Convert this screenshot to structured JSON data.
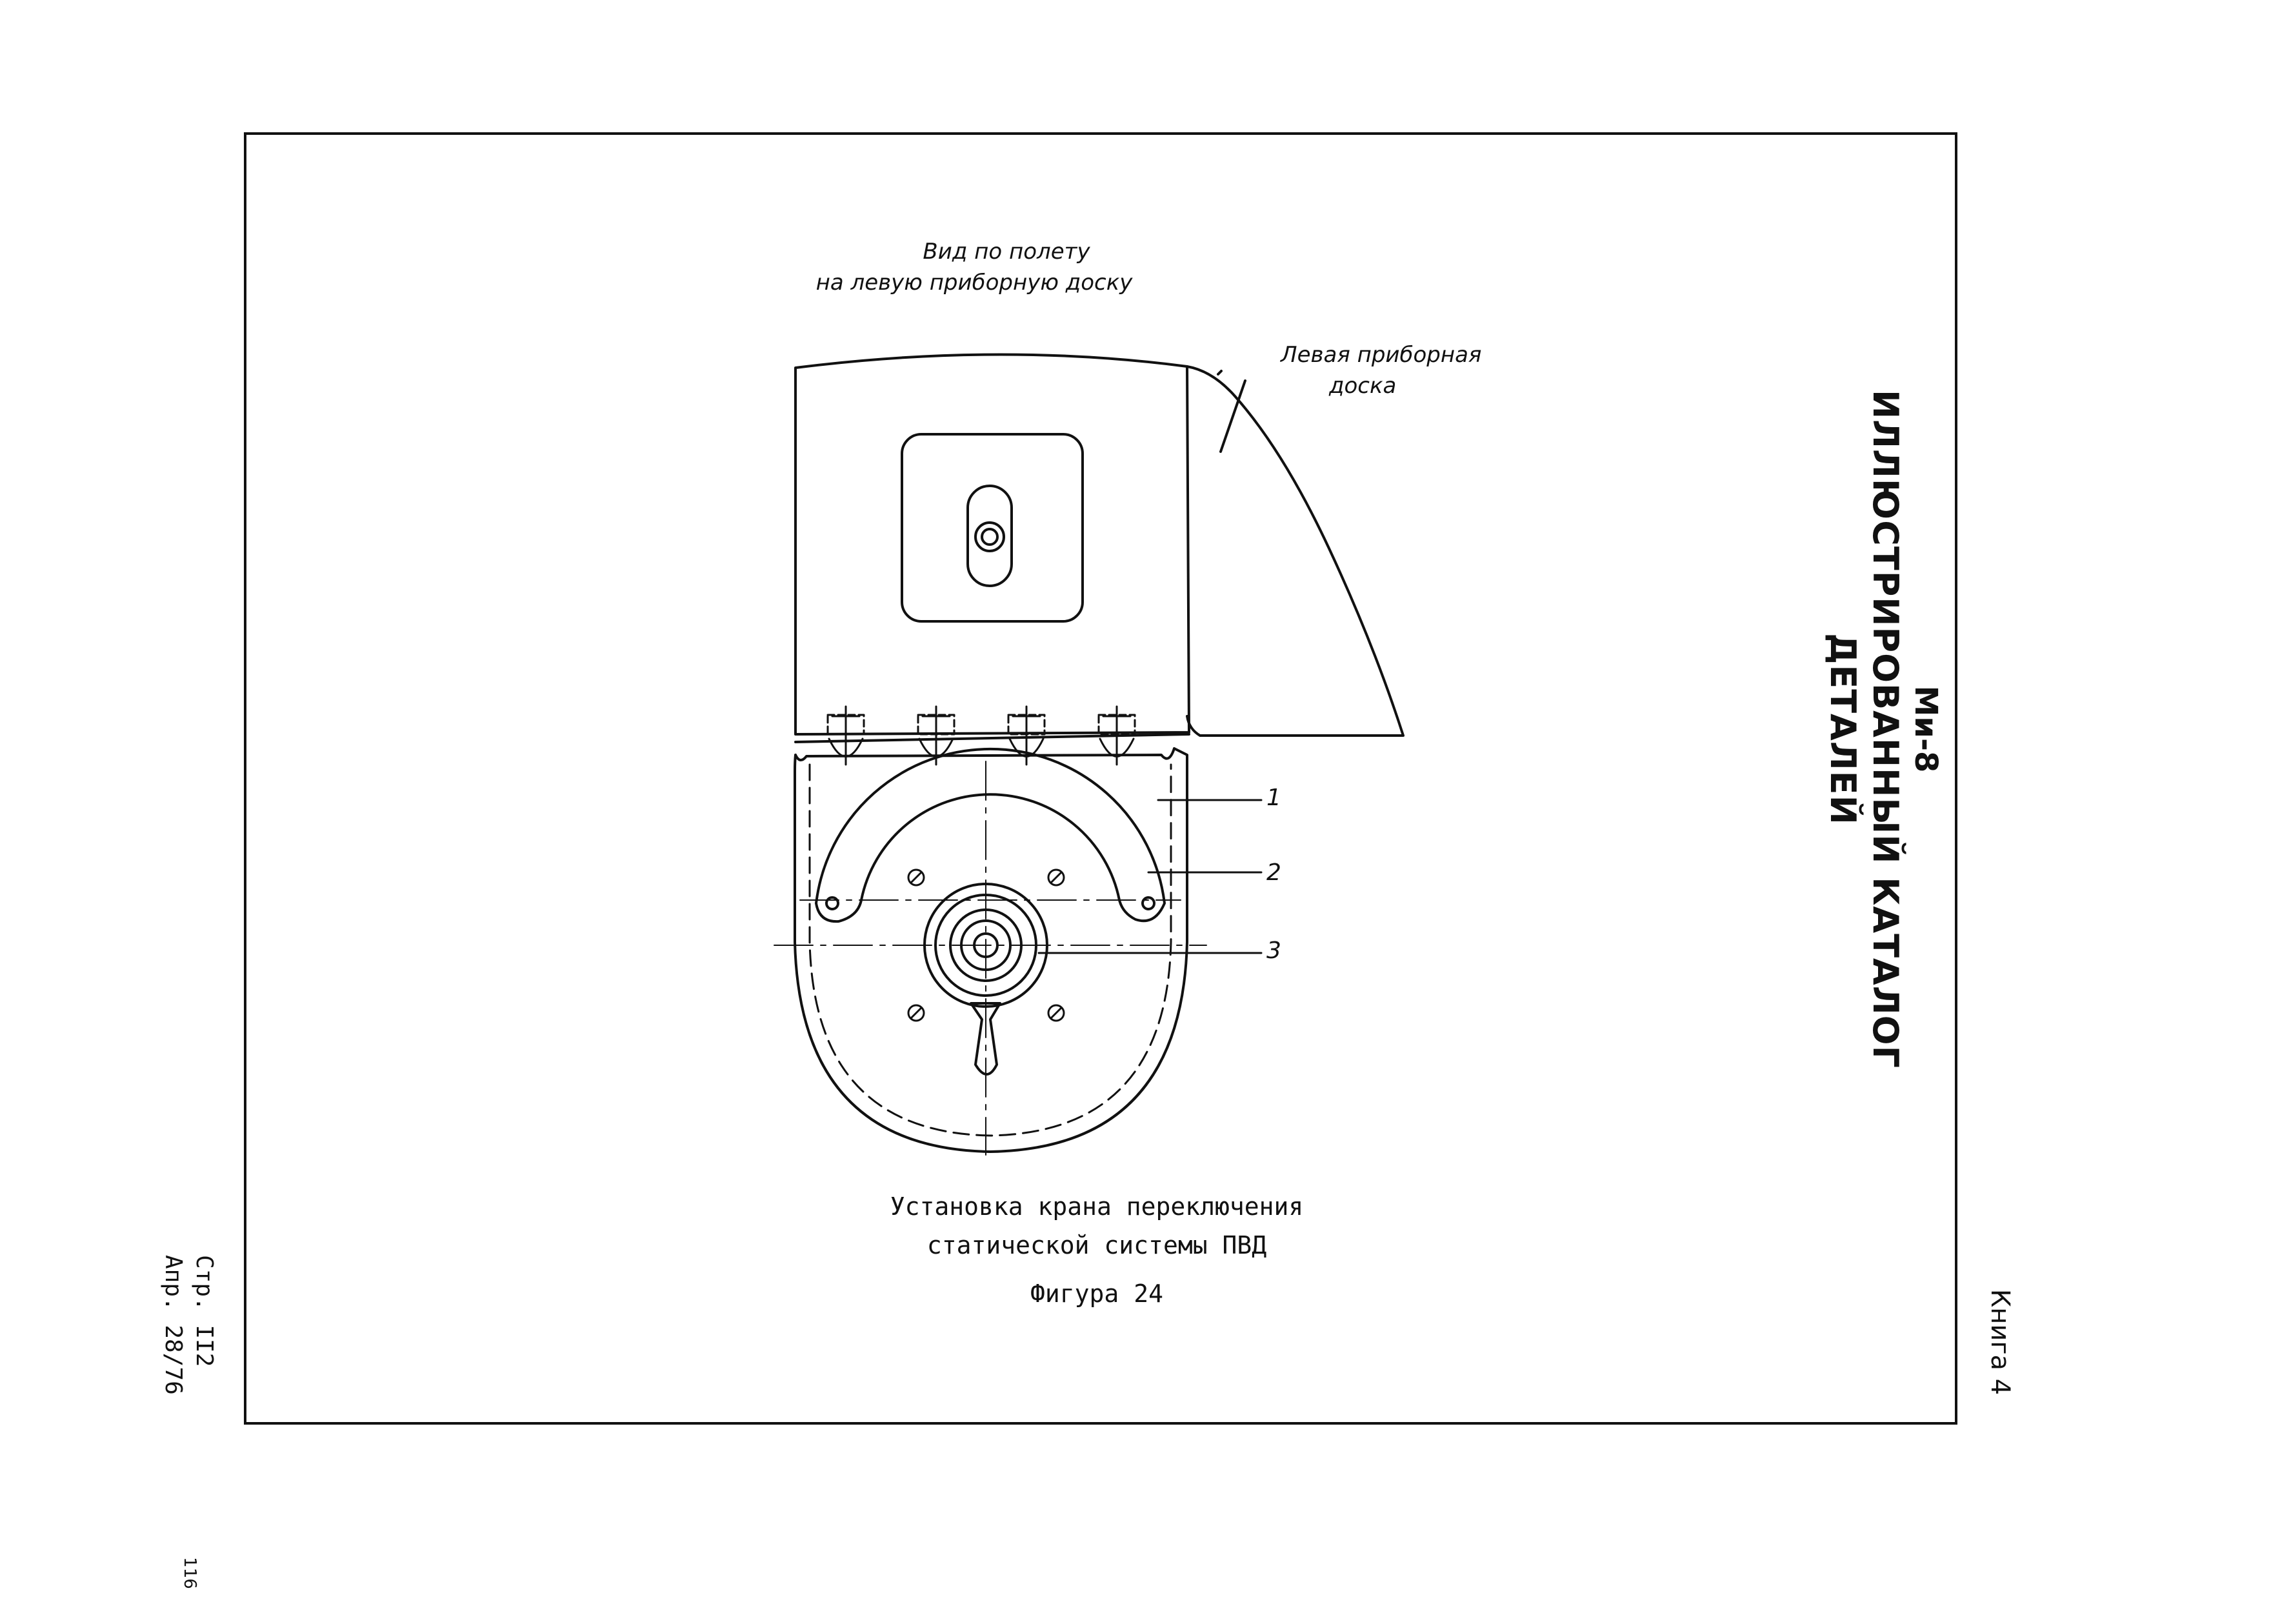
{
  "header": {
    "model": "Ми-8",
    "catalog_title": "ИЛЛЮСТРИРОВАННЫЙ КАТАЛОГ ДЕТАЛЕЙ",
    "book": "Книга 4"
  },
  "page_info": {
    "page": "Стр. II2",
    "date": "Апр. 28/76",
    "sheet_number": "116"
  },
  "drawing": {
    "view_label_line1": "Вид по полету",
    "view_label_line2": "на левую приборную доску",
    "panel_label_line1": "Левая приборная",
    "panel_label_line2": "доска",
    "callouts": [
      "1",
      "2",
      "3"
    ]
  },
  "caption": {
    "line1": "Установка крана переключения",
    "line2": "статической системы ПВД",
    "figure": "Фигура 24"
  }
}
